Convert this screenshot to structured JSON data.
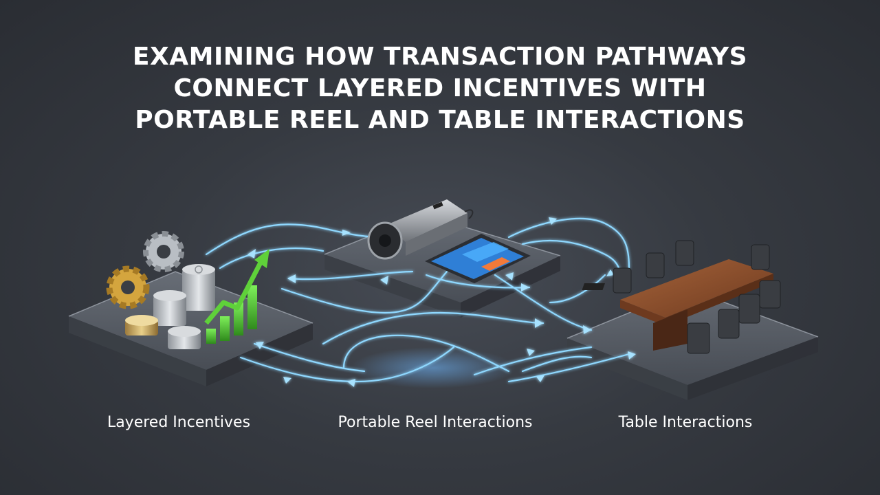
{
  "title": {
    "lines": [
      "EXAMINING HOW TRANSACTION PATHWAYS",
      "CONNECT LAYERED INCENTIVES WITH",
      "PORTABLE REEL AND TABLE INTERACTIONS"
    ]
  },
  "labels": {
    "left": "Layered Incentives",
    "middle": "Portable Reel Interactions",
    "right": "Table Interactions"
  },
  "colors": {
    "background": "#363a41",
    "pathway": "#8fd8ff",
    "text": "#ffffff",
    "growth_arrow": "#5fd13a",
    "gear_gold": "#c9932e",
    "table_wood": "#8a4a2a"
  },
  "icons": [
    "gear-icon",
    "coin-stack-icon",
    "growth-arrow-icon",
    "portable-reel-device-icon",
    "tablet-icon",
    "conference-table-icon",
    "chair-icon"
  ]
}
